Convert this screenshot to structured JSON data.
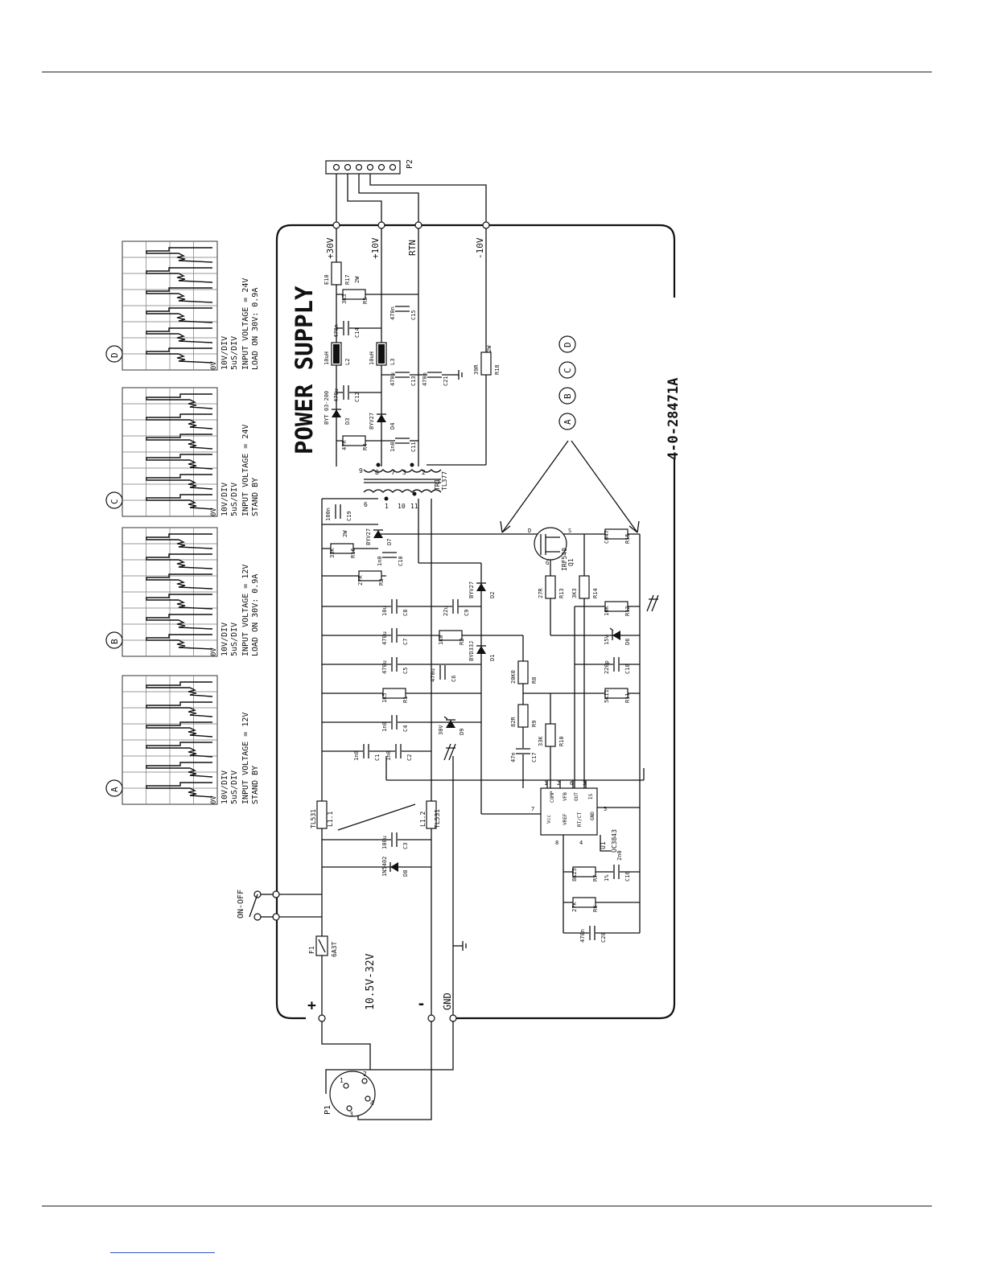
{
  "diagram": {
    "title": "POWER SUPPLY",
    "drawing_number": "4-0-28471A",
    "input_range": "10.5V-32V",
    "switch_label": "ON-OFF",
    "input_plus": "+",
    "input_minus": "-",
    "input_gnd": "GND",
    "outputs": [
      "+30V",
      "+10V",
      "RTN",
      "-10V"
    ],
    "connectors": {
      "p1": "P1",
      "p2": "P2",
      "p1_pins": [
        "1",
        "2",
        "3",
        "4"
      ]
    },
    "fuse": {
      "ref": "F1",
      "value": "6A3T"
    },
    "transformer": {
      "ref": "TR1",
      "part": "TL377",
      "pins": [
        "6",
        "1",
        "10",
        "11",
        "9",
        "8",
        "7",
        "3",
        "2"
      ]
    },
    "inductor_l1": {
      "ref1": "L1.1",
      "ref2": "L1.2",
      "part": "TL531"
    },
    "ic": {
      "ref": "U1",
      "part": "UC3843",
      "pins": [
        "COMP",
        "VFB",
        "OUT",
        "IS",
        "Vcc",
        "VREF",
        "RT/CT",
        "GND"
      ],
      "pin_numbers": [
        "1",
        "2",
        "6",
        "3",
        "7",
        "5",
        "8",
        "4"
      ]
    },
    "mosfet": {
      "ref": "Q1",
      "part": "IRF540",
      "d": "D",
      "g": "G",
      "s": "S"
    },
    "components": [
      {
        "ref": "R17",
        "value": "E10"
      },
      {
        "ref": "R5",
        "value": "3K3",
        "extra": "2W"
      },
      {
        "ref": "C15",
        "value": "470n"
      },
      {
        "ref": "C14",
        "value": "470n"
      },
      {
        "ref": "L2",
        "value": "10uH"
      },
      {
        "ref": "L3",
        "value": "10uH"
      },
      {
        "ref": "C13",
        "value": "470u"
      },
      {
        "ref": "C21",
        "value": "470n"
      },
      {
        "ref": "C12",
        "value": "470u"
      },
      {
        "ref": "R18",
        "value": "39R",
        "extra": "2W"
      },
      {
        "ref": "D3",
        "value": "BYT 03-200"
      },
      {
        "ref": "D4",
        "value": "BYV27"
      },
      {
        "ref": "R4",
        "value": "47R"
      },
      {
        "ref": "C11",
        "value": "1n0"
      },
      {
        "ref": "C19",
        "value": "100n"
      },
      {
        "ref": "D7",
        "value": "BYV27"
      },
      {
        "ref": "R16",
        "value": "33K",
        "extra": "2W"
      },
      {
        "ref": "C10",
        "value": "1n0"
      },
      {
        "ref": "R3",
        "value": "27R"
      },
      {
        "ref": "C8",
        "value": "10u"
      },
      {
        "ref": "C9",
        "value": "22u"
      },
      {
        "ref": "D2",
        "value": "BYV27"
      },
      {
        "ref": "C7",
        "value": "470u"
      },
      {
        "ref": "R2",
        "value": "1K0"
      },
      {
        "ref": "D1",
        "value": "BYD33J"
      },
      {
        "ref": "C5",
        "value": "470u"
      },
      {
        "ref": "C6",
        "value": "470u"
      },
      {
        "ref": "R1",
        "value": "1K5"
      },
      {
        "ref": "C4",
        "value": "1n0"
      },
      {
        "ref": "D9",
        "value": "30V"
      },
      {
        "ref": "C1",
        "value": "1n0"
      },
      {
        "ref": "C2",
        "value": "1n0"
      },
      {
        "ref": "C3",
        "value": "100u"
      },
      {
        "ref": "D8",
        "value": "1N5402"
      },
      {
        "ref": "R15",
        "value": "C047"
      },
      {
        "ref": "R13",
        "value": "27R"
      },
      {
        "ref": "R14",
        "value": "3K3"
      },
      {
        "ref": "R12",
        "value": "10K"
      },
      {
        "ref": "D6",
        "value": "15V"
      },
      {
        "ref": "C18",
        "value": "220p"
      },
      {
        "ref": "R8",
        "value": "20K0"
      },
      {
        "ref": "R11",
        "value": "5K11"
      },
      {
        "ref": "R9",
        "value": "82R"
      },
      {
        "ref": "R10",
        "value": "33K"
      },
      {
        "ref": "C17",
        "value": "47n"
      },
      {
        "ref": "R7",
        "value": "8K25"
      },
      {
        "ref": "C16",
        "value": "1%",
        "extra": "2n0"
      },
      {
        "ref": "R6",
        "value": "27K"
      },
      {
        "ref": "C20",
        "value": "470n"
      }
    ],
    "test_points": [
      "A",
      "B",
      "C",
      "D"
    ]
  },
  "waveforms": [
    {
      "id": "A",
      "zero": "0V",
      "vdiv": "10V/DIV",
      "tdiv": "5uS/DIV",
      "line1": "INPUT VOLTAGE = 12V",
      "line2": "STAND BY"
    },
    {
      "id": "B",
      "zero": "0V",
      "vdiv": "10V/DIV",
      "tdiv": "5uS/DIV",
      "line1": "INPUT VOLTAGE = 12V",
      "line2": "LOAD ON 30V: 0.9A"
    },
    {
      "id": "C",
      "zero": "0V",
      "vdiv": "10V/DIV",
      "tdiv": "5uS/DIV",
      "line1": "INPUT VOLTAGE = 24V",
      "line2": "STAND BY"
    },
    {
      "id": "D",
      "zero": "0V",
      "vdiv": "10V/DIV",
      "tdiv": "5uS/DIV",
      "line1": "INPUT VOLTAGE = 24V",
      "line2": "LOAD ON 30V: 0.9A"
    }
  ]
}
